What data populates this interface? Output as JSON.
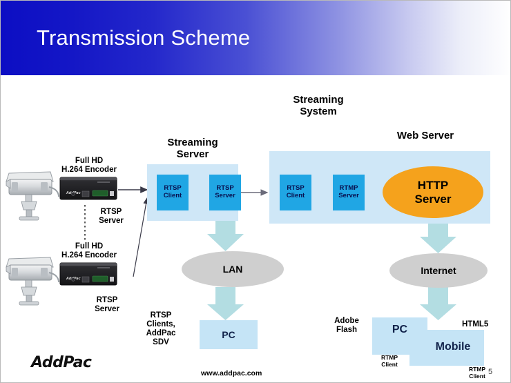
{
  "header": {
    "title": "Transmission Scheme",
    "gradient_from": "#0c0ec4",
    "gradient_to": "#ffffff"
  },
  "diagram": {
    "streaming_system_label": "Streaming\nSystem",
    "streaming_server_label": "Streaming\nServer",
    "web_server_label": "Web Server",
    "sources": [
      {
        "title": "Full HD\nH.264 Encoder",
        "protocol_label": "RTSP\nServer",
        "device_icon": "cctv-camera-icon",
        "encoder_icon": "encoder-appliance-icon",
        "encoder_brand": "AddPac"
      },
      {
        "title": "Full HD\nH.264 Encoder",
        "protocol_label": "RTSP\nServer",
        "device_icon": "cctv-camera-icon",
        "encoder_icon": "encoder-appliance-icon",
        "encoder_brand": "AddPac"
      }
    ],
    "streaming_server_nodes": [
      {
        "label": "RTSP\nClient",
        "color": "#20a6e4"
      },
      {
        "label": "RTSP\nServer",
        "color": "#20a6e4"
      }
    ],
    "web_server_nodes": [
      {
        "label": "RTSP\nClient",
        "color": "#20a6e4"
      },
      {
        "label": "RTMP\nServer",
        "color": "#20a6e4"
      }
    ],
    "http_server_label": "HTTP\nServer",
    "http_server_color": "#f5a21c",
    "networks": [
      {
        "name": "LAN",
        "color": "#cfcfcf"
      },
      {
        "name": "Internet",
        "color": "#cfcfcf"
      }
    ],
    "endpoints_lan": {
      "client_note": "RTSP\nClients,\nAddPac\nSDV",
      "device_label": "PC"
    },
    "endpoints_internet": {
      "left_note": "Adobe\nFlash",
      "right_note": "HTML5",
      "pc_label": "PC",
      "pc_protocol": "RTMP\nClient",
      "mobile_label": "Mobile",
      "mobile_protocol": "RTMP\nClient"
    },
    "arrow_color": "#b3dde2",
    "container_color": "#cfe7f7"
  },
  "footer": {
    "logo": "AddPac",
    "website": "www.addpac.com",
    "page_number": "5"
  }
}
